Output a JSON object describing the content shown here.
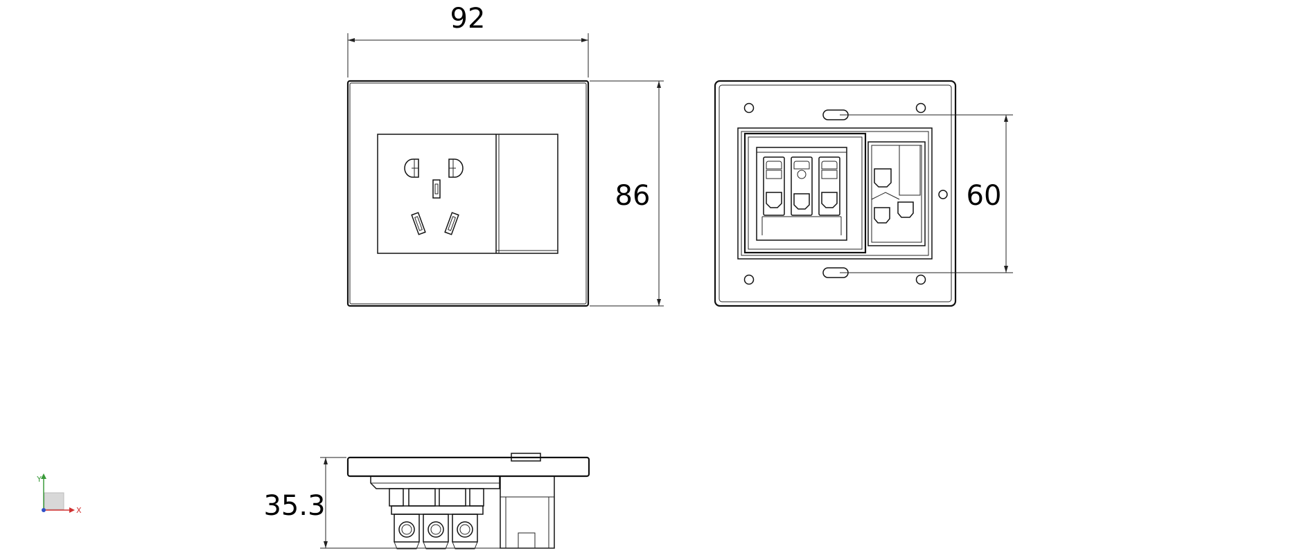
{
  "dimensions": {
    "width": "92",
    "height": "86",
    "mount_spacing": "60",
    "depth": "35.3"
  },
  "axis_indicator": {
    "y_label": "Y",
    "x_label": "X",
    "y_color": "#3a9a3a",
    "x_color": "#d03030",
    "z_color": "#3050c8"
  },
  "icons": {
    "front_view": "socket-front-view",
    "rear_view": "socket-rear-view",
    "side_view": "socket-side-view",
    "axis": "axis-triad-icon"
  }
}
